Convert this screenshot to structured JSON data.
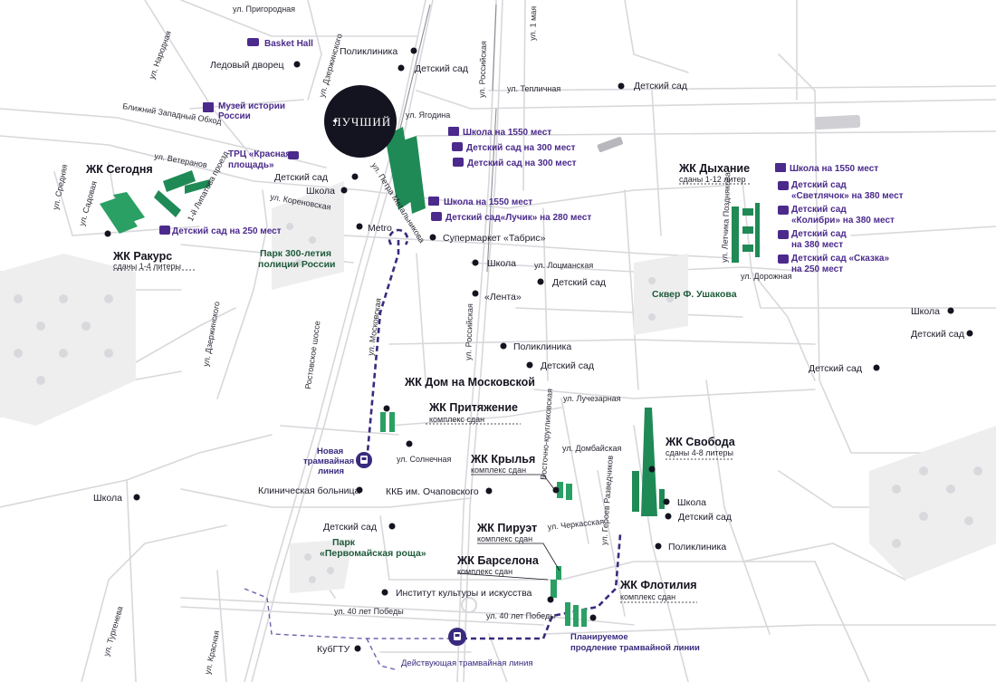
{
  "colors": {
    "road": "#d9d9dc",
    "dot": "#141420",
    "accent": "#4b2a8c",
    "tram": "#3a2a7e",
    "building_green": "#1f8a55",
    "building_dark": "#19503a",
    "park_green": "#1f5a3a"
  },
  "logo": {
    "text": "ЛУЧШИЙ"
  },
  "streets": [
    {
      "id": "prigorodnaya",
      "text": "ул. Пригородная"
    },
    {
      "id": "narodnaya",
      "text": "ул. Народная"
    },
    {
      "id": "dzerzhinskogo_n",
      "text": "ул. Дзержинского"
    },
    {
      "id": "rossiyskaya_n",
      "text": "ул. Российская"
    },
    {
      "id": "1maya",
      "text": "ул. 1 мая"
    },
    {
      "id": "teplichnaya",
      "text": "ул. Тепличная"
    },
    {
      "id": "yagodina",
      "text": "ул. Ягодина"
    },
    {
      "id": "zapadny",
      "text": "Ближний Западный Обход"
    },
    {
      "id": "veteranov",
      "text": "ул. Ветеранов"
    },
    {
      "id": "srednyaya",
      "text": "ул. Средняя"
    },
    {
      "id": "sadovaya",
      "text": "ул. Садовая"
    },
    {
      "id": "lipatova",
      "text": "1-й Липатова проезд"
    },
    {
      "id": "korenovskaya",
      "text": "ул. Кореновская"
    },
    {
      "id": "metalnikova",
      "text": "ул. Петра Метальникова"
    },
    {
      "id": "lotsmanskaya",
      "text": "ул. Лоцманская"
    },
    {
      "id": "dzerzhinskogo_s",
      "text": "ул. Дзержинского"
    },
    {
      "id": "rostovskoe",
      "text": "Ростовское шоссе"
    },
    {
      "id": "moskovskaya",
      "text": "ул. Московская"
    },
    {
      "id": "rossiyskaya_s",
      "text": "ул. Российская"
    },
    {
      "id": "luchezarnaya",
      "text": "ул. Лучезарная"
    },
    {
      "id": "solnechnaya",
      "text": "ул. Солнечная"
    },
    {
      "id": "vostochno",
      "text": "Восточно-кругликовская"
    },
    {
      "id": "dombayskaya",
      "text": "ул. Домбайская"
    },
    {
      "id": "geroev",
      "text": "ул. Героев Разведчиков"
    },
    {
      "id": "cherkasskaya",
      "text": "ул. Черкасская"
    },
    {
      "id": "40let_w",
      "text": "ул. 40 лет Победы"
    },
    {
      "id": "40let_e",
      "text": "ул. 40 лет Победы"
    },
    {
      "id": "krasnaya",
      "text": "ул. Красная"
    },
    {
      "id": "turgeneva",
      "text": "ул. Тургенева"
    },
    {
      "id": "dorozhnaya",
      "text": "ул. Дорожная"
    },
    {
      "id": "podvoyskogo",
      "text": "ул. Летчика Позднякова"
    }
  ],
  "places": [
    {
      "id": "poliklinika1",
      "text": "Поликлиника"
    },
    {
      "id": "detsad1",
      "text": "Детский сад"
    },
    {
      "id": "ledovy",
      "text": "Ледовый дворец"
    },
    {
      "id": "detsad_teplichnaya",
      "text": "Детский сад"
    },
    {
      "id": "detsad_west",
      "text": "Детский сад"
    },
    {
      "id": "shkola_west",
      "text": "Школа"
    },
    {
      "id": "metro",
      "text": "Metro"
    },
    {
      "id": "tabris",
      "text": "Супермаркет «Табрис»"
    },
    {
      "id": "shkola_c",
      "text": "Школа"
    },
    {
      "id": "detsad_c",
      "text": "Детский сад"
    },
    {
      "id": "lenta",
      "text": "«Лента»"
    },
    {
      "id": "poliklinika2",
      "text": "Поликлиника"
    },
    {
      "id": "detsad_c2",
      "text": "Детский сад"
    },
    {
      "id": "shkola_e",
      "text": "Школа"
    },
    {
      "id": "detsad_e",
      "text": "Детский сад"
    },
    {
      "id": "detsad_e2",
      "text": "Детский сад"
    },
    {
      "id": "shkola_w2",
      "text": "Школа"
    },
    {
      "id": "klinicheskaya",
      "text": "Клиническая больница"
    },
    {
      "id": "kkb",
      "text": "ККБ им. Очаповского"
    },
    {
      "id": "detsad_s",
      "text": "Детский сад"
    },
    {
      "id": "shkola_svoboda",
      "text": "Школа"
    },
    {
      "id": "detsad_svoboda",
      "text": "Детский сад"
    },
    {
      "id": "poliklinika3",
      "text": "Поликлиника"
    },
    {
      "id": "institut",
      "text": "Институт культуры и искусства"
    },
    {
      "id": "kubgtu",
      "text": "КубГТУ"
    }
  ],
  "pois": [
    {
      "id": "basket",
      "text": "Basket Hall"
    },
    {
      "id": "muzey1",
      "text": "Музей истории"
    },
    {
      "id": "muzey2",
      "text": "России"
    },
    {
      "id": "trc1",
      "text": "ТРЦ «Красная"
    },
    {
      "id": "trc2",
      "text": "площадь»"
    },
    {
      "id": "school1550_a",
      "text": "Школа на 1550 мест"
    },
    {
      "id": "ds300_a",
      "text": "Детский сад на 300 мест"
    },
    {
      "id": "ds300_b",
      "text": "Детский сад на 300 мест"
    },
    {
      "id": "school1550_b",
      "text": "Школа на 1550 мест"
    },
    {
      "id": "luchik",
      "text": "Детский сад«Лучик» на 280 мест"
    },
    {
      "id": "ds250",
      "text": "Детский сад на 250 мест"
    },
    {
      "id": "school1550_c",
      "text": "Школа на 1550 мест"
    },
    {
      "id": "svetl1",
      "text": "Детский сад"
    },
    {
      "id": "svetl2",
      "text": "«Светлячок» на 380 мест"
    },
    {
      "id": "kolibri1",
      "text": "Детский сад"
    },
    {
      "id": "kolibri2",
      "text": "«Колибри» на 380 мест"
    },
    {
      "id": "ds380_1",
      "text": "Детский сад"
    },
    {
      "id": "ds380_2",
      "text": "на 380 мест"
    },
    {
      "id": "skazka1",
      "text": "Детский сад «Сказка»"
    },
    {
      "id": "skazka2",
      "text": "на 250 мест"
    }
  ],
  "complexes": [
    {
      "id": "segodnya",
      "name": "ЖК Сегодня",
      "sub": ""
    },
    {
      "id": "rakurs",
      "name": "ЖК Ракурс",
      "sub": "сданы 1-4 литеры"
    },
    {
      "id": "dyhanie",
      "name": "ЖК Дыхание",
      "sub": "сданы 1-12 литер"
    },
    {
      "id": "dom_moskovskoy",
      "name": "ЖК Дом на Московской",
      "sub": ""
    },
    {
      "id": "prityazhenie",
      "name": "ЖК Притяжение",
      "sub": "комплекс сдан"
    },
    {
      "id": "krylya",
      "name": "ЖК Крылья",
      "sub": "комплекс сдан"
    },
    {
      "id": "svoboda",
      "name": "ЖК Свобода",
      "sub": "сданы 4-8 литеры"
    },
    {
      "id": "piruet",
      "name": "ЖК Пируэт",
      "sub": "комплекс сдан"
    },
    {
      "id": "barselona",
      "name": "ЖК Барселона",
      "sub": "комплекс сдан"
    },
    {
      "id": "flotiliya",
      "name": "ЖК Флотилия",
      "sub": "комплекс сдан"
    }
  ],
  "parks": [
    {
      "id": "park300_1",
      "text": "Парк 300-летия"
    },
    {
      "id": "park300_2",
      "text": "полиции России"
    },
    {
      "id": "ushakova",
      "text": "Сквер Ф. Ушакова"
    },
    {
      "id": "roshcha1",
      "text": "Парк"
    },
    {
      "id": "roshcha2",
      "text": "«Первомайская роща»"
    }
  ],
  "tram": {
    "new1": "Новая",
    "new2": "трамвайная",
    "new3": "линия",
    "planned1": "Планируемое",
    "planned2": "продление трамвайной линии",
    "existing": "Действующая трамвайная линия"
  }
}
